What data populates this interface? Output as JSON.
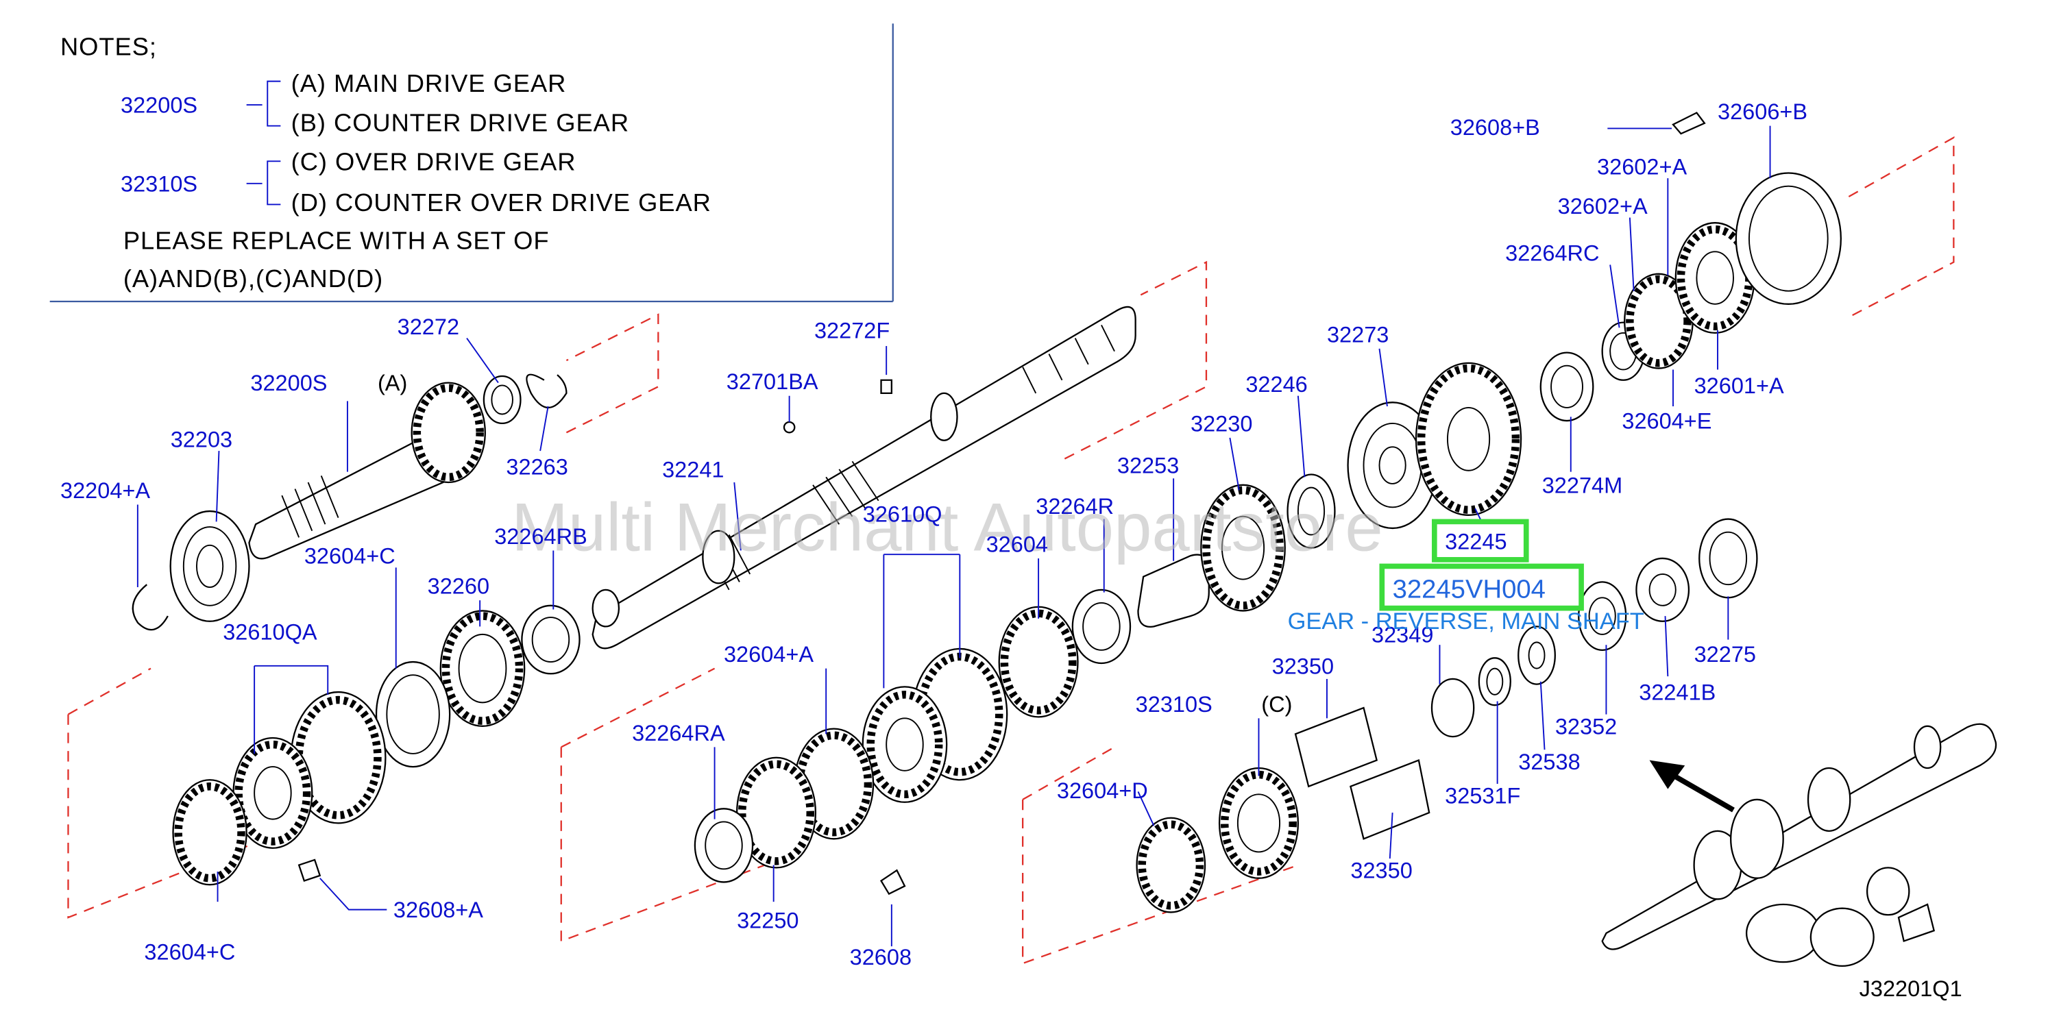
{
  "notes": {
    "heading": "NOTES;",
    "group1_code": "32200S",
    "line_a": "(A)  MAIN  DRIVE  GEAR",
    "line_b": "(B)  COUNTER  DRIVE  GEAR",
    "group2_code": "32310S",
    "line_c": "(C)  OVER  DRIVE  GEAR",
    "line_d": "(D)  COUNTER  OVER  DRIVE  GEAR",
    "replace_line1": "PLEASE  REPLACE  WITH  A  SET  OF",
    "replace_line2": "(A)AND(B),(C)AND(D)"
  },
  "parts": [
    {
      "id": "p1",
      "label": "32272"
    },
    {
      "id": "p2",
      "label": "32200S"
    },
    {
      "id": "p3",
      "label": "(A)"
    },
    {
      "id": "p4",
      "label": "32203"
    },
    {
      "id": "p5",
      "label": "32204+A"
    },
    {
      "id": "p6",
      "label": "32263"
    },
    {
      "id": "p7",
      "label": "32272F"
    },
    {
      "id": "p8",
      "label": "32701BA"
    },
    {
      "id": "p9",
      "label": "32241"
    },
    {
      "id": "p10",
      "label": "32264RB"
    },
    {
      "id": "p11",
      "label": "32604+C"
    },
    {
      "id": "p12",
      "label": "32260"
    },
    {
      "id": "p13",
      "label": "32610QA"
    },
    {
      "id": "p14",
      "label": "32604+C"
    },
    {
      "id": "p15",
      "label": "32608+A"
    },
    {
      "id": "p16",
      "label": "32610Q"
    },
    {
      "id": "p17",
      "label": "32604"
    },
    {
      "id": "p18",
      "label": "32264R"
    },
    {
      "id": "p19",
      "label": "32604+A"
    },
    {
      "id": "p20",
      "label": "32264RA"
    },
    {
      "id": "p21",
      "label": "32250"
    },
    {
      "id": "p22",
      "label": "32608"
    },
    {
      "id": "p23",
      "label": "32253"
    },
    {
      "id": "p24",
      "label": "32230"
    },
    {
      "id": "p25",
      "label": "32246"
    },
    {
      "id": "p26",
      "label": "32273"
    },
    {
      "id": "p27",
      "label": "32274M"
    },
    {
      "id": "p28",
      "label": "32264RC"
    },
    {
      "id": "p29",
      "label": "32602+A"
    },
    {
      "id": "p30",
      "label": "32602+A"
    },
    {
      "id": "p31",
      "label": "32608+B"
    },
    {
      "id": "p32",
      "label": "32606+B"
    },
    {
      "id": "p33",
      "label": "32601+A"
    },
    {
      "id": "p34",
      "label": "32604+E"
    },
    {
      "id": "p35",
      "label": "32245"
    },
    {
      "id": "p36",
      "label": "32349"
    },
    {
      "id": "p37",
      "label": "32350"
    },
    {
      "id": "p38",
      "label": "(C)"
    },
    {
      "id": "p39",
      "label": "32310S"
    },
    {
      "id": "p40",
      "label": "32604+D"
    },
    {
      "id": "p41",
      "label": "32350"
    },
    {
      "id": "p42",
      "label": "32531F"
    },
    {
      "id": "p43",
      "label": "32538"
    },
    {
      "id": "p44",
      "label": "32352"
    },
    {
      "id": "p45",
      "label": "32241B"
    },
    {
      "id": "p46",
      "label": "32275"
    }
  ],
  "highlight": {
    "part_code": "32245VH004",
    "description": "GEAR - REVERSE, MAIN SHAFT",
    "color": "#3ddc3d"
  },
  "watermark": "Multi Merchant Autopartstore",
  "figure_ref": "J32201Q1"
}
